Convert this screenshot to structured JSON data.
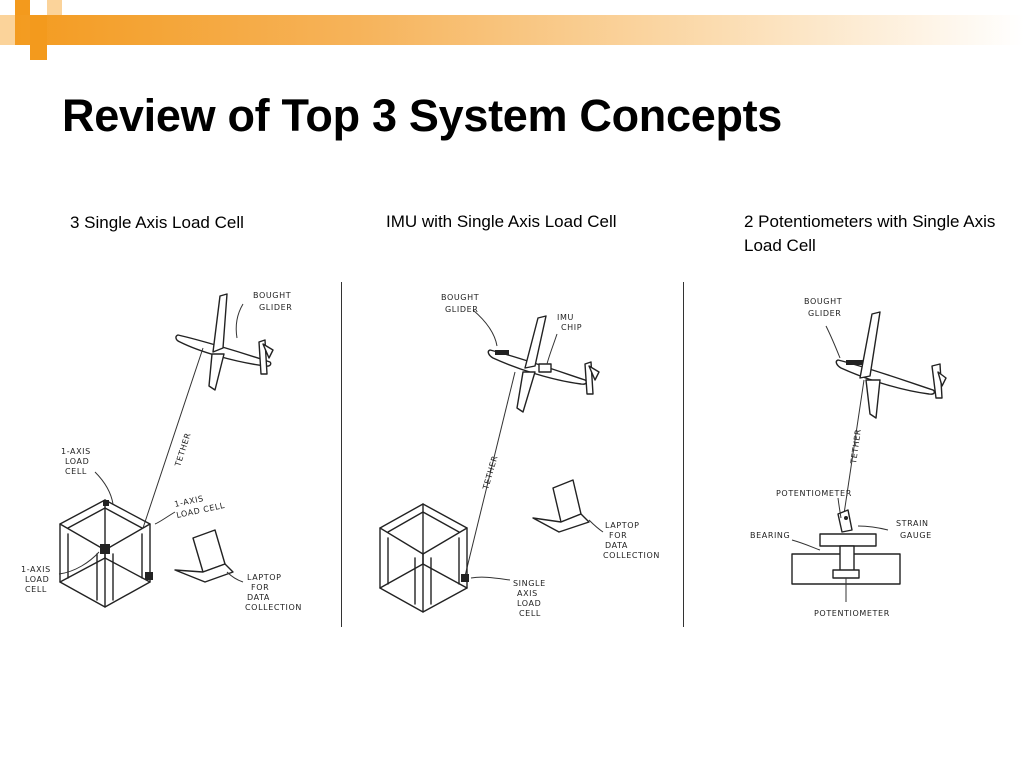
{
  "slide": {
    "title": "Review of Top 3 System Concepts"
  },
  "captions": {
    "concept1": "3 Single Axis Load Cell",
    "concept2": "IMU with Single Axis Load Cell",
    "concept3": "2 Potentiometers with Single Axis Load Cell"
  },
  "sketch1": {
    "bought": "BOUGHT",
    "glider": "GLIDER",
    "tether": "TETHER",
    "axis_a": "1-AXIS",
    "load_a": "LOAD",
    "cell_a": "CELL",
    "axis_b": "1-AXIS",
    "load_b": "LOAD CELL",
    "axis_c": "1-AXIS",
    "load_c": "LOAD",
    "cell_c": "CELL",
    "laptop": "LAPTOP",
    "for": "FOR",
    "data": "DATA",
    "collection": "COLLECTION"
  },
  "sketch2": {
    "bought": "BOUGHT",
    "glider": "GLIDER",
    "imu": "IMU",
    "chip": "CHIP",
    "tether": "TETHER",
    "laptop": "LAPTOP",
    "for": "FOR",
    "data": "DATA",
    "collection": "COLLECTION",
    "single": "SINGLE",
    "axis": "AXIS",
    "load": "LOAD",
    "cell": "CELL"
  },
  "sketch3": {
    "bought": "BOUGHT",
    "glider": "GLIDER",
    "tether": "TETHER",
    "potentiometer_top": "POTENTIOMETER",
    "bearing": "BEARING",
    "strain": "STRAIN",
    "gauge": "GAUGE",
    "potentiometer_bottom": "POTENTIOMETER"
  }
}
